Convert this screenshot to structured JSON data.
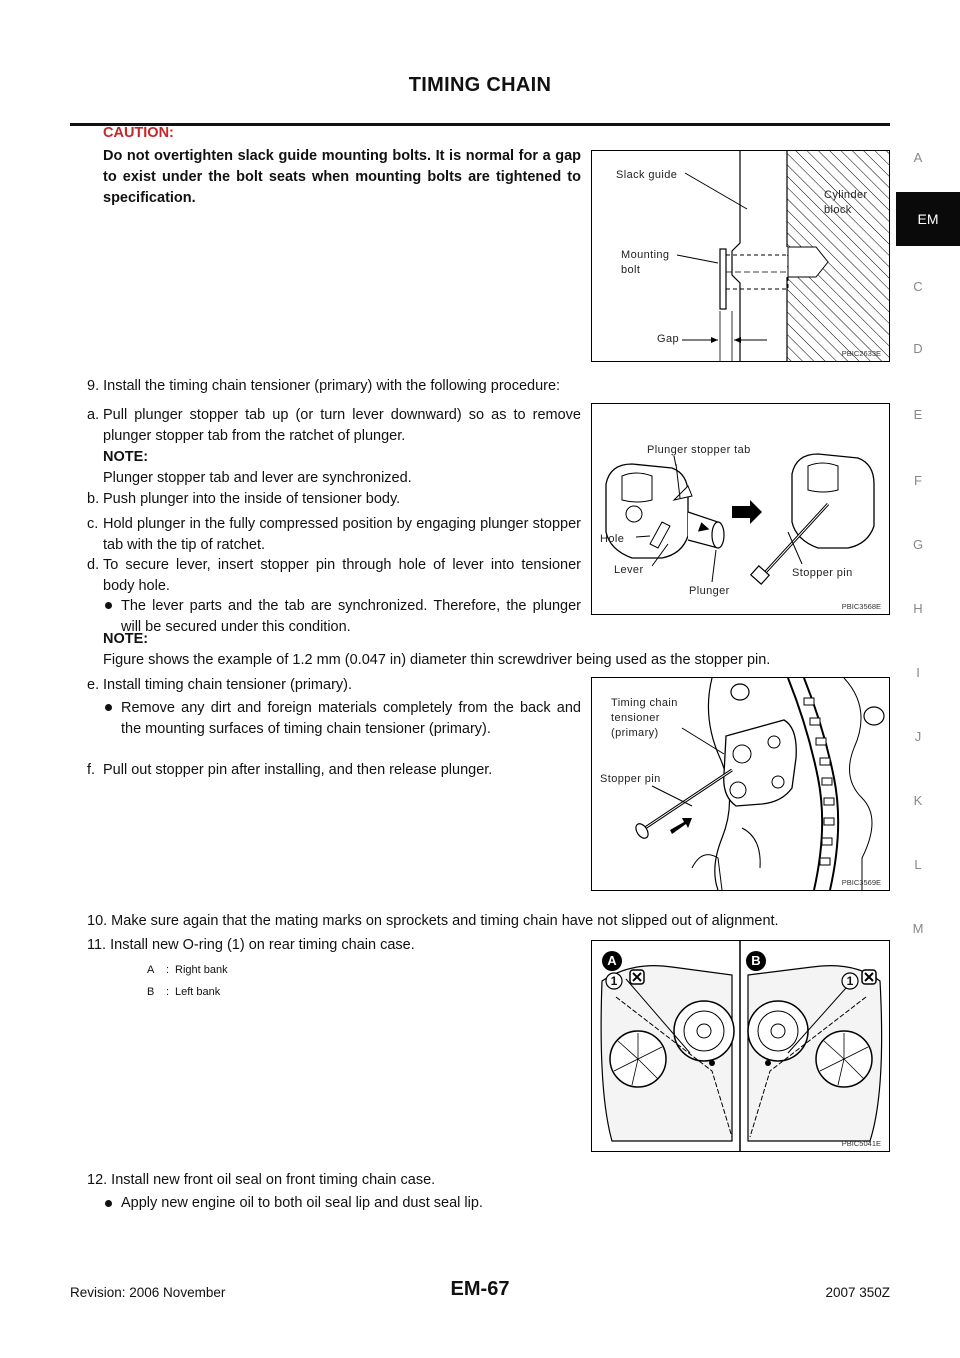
{
  "header": {
    "title": "TIMING CHAIN"
  },
  "caution": {
    "heading": "CAUTION:",
    "text": "Do not overtighten slack guide mounting bolts. It is normal for a gap to exist under the bolt seats when mounting bolts are tightened to specification."
  },
  "fig1": {
    "code": "PBIC2633E",
    "labels": {
      "slack_guide": "Slack guide",
      "cyl1": "Cylinder",
      "cyl2": "block",
      "mb1": "Mounting",
      "mb2": "bolt",
      "gap": "Gap"
    }
  },
  "step9": "9.  Install the timing chain tensioner (primary) with the following procedure:",
  "step_a": {
    "prefix": "a.",
    "text": "Pull plunger stopper tab up (or turn lever downward) so as to remove plunger stopper tab from the ratchet of plunger."
  },
  "note1": {
    "heading": "NOTE:",
    "text": "Plunger stopper tab and lever are synchronized."
  },
  "step_b": {
    "prefix": "b.",
    "text": "Push plunger into the inside of tensioner body."
  },
  "step_c": {
    "prefix": "c.",
    "text": "Hold plunger in the fully compressed position by engaging plunger stopper tab with the tip of ratchet."
  },
  "step_d": {
    "prefix": "d.",
    "text": "To secure lever, insert stopper pin through hole of lever into tensioner body hole."
  },
  "bullet_d": "The lever parts and the tab are synchronized. Therefore, the plunger will be secured under this condition.",
  "fig2": {
    "code": "PBIC3568E",
    "labels": {
      "tab": "Plunger stopper tab",
      "hole": "Hole",
      "lever": "Lever",
      "plunger": "Plunger",
      "pin": "Stopper pin"
    }
  },
  "note2": {
    "heading": "NOTE:",
    "text": "Figure shows the example of 1.2 mm (0.047 in) diameter thin screwdriver being used as the stopper pin."
  },
  "step_e": {
    "prefix": "e.",
    "text": "Install timing chain tensioner (primary)."
  },
  "bullet_e": "Remove any dirt and foreign materials completely from the back and the mounting surfaces of timing chain tensioner (primary).",
  "step_f": {
    "prefix": "f.",
    "text": "Pull out stopper pin after installing, and then release plunger."
  },
  "fig3": {
    "code": "PBIC3569E",
    "labels": {
      "t1": "Timing chain",
      "t2": "tensioner",
      "t3": "(primary)",
      "pin": "Stopper pin"
    }
  },
  "step10": "10.  Make sure again that the mating marks on sprockets and timing chain have not slipped out of alignment.",
  "step11": "11.  Install new O-ring (1) on rear timing chain case.",
  "legend": [
    {
      "key": "A",
      "sep": ":",
      "text": "Right bank"
    },
    {
      "key": "B",
      "sep": ":",
      "text": "Left bank"
    }
  ],
  "fig4": {
    "code": "PBIC5041E",
    "markA": "A",
    "markB": "B",
    "num1": "1",
    "num2": "1"
  },
  "step12": "12.  Install new front oil seal on front timing chain case.",
  "bullet_12": "Apply new engine oil to both oil seal lip and dust seal lip.",
  "side_index": [
    "A",
    "EM",
    "C",
    "D",
    "E",
    "F",
    "G",
    "H",
    "I",
    "J",
    "K",
    "L",
    "M"
  ],
  "footer": {
    "revision": "Revision: 2006 November",
    "page": "EM-67",
    "model": "2007 350Z"
  }
}
